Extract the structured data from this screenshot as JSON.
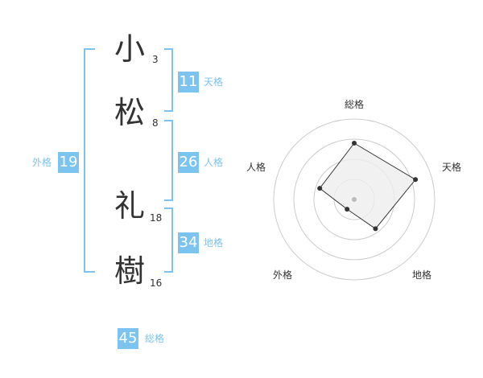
{
  "name": {
    "chars": [
      {
        "char": "小",
        "strokes": "3"
      },
      {
        "char": "松",
        "strokes": "8"
      },
      {
        "char": "礼",
        "strokes": "18"
      },
      {
        "char": "樹",
        "strokes": "16"
      }
    ]
  },
  "kakusu": {
    "tenkaku": {
      "value": "11",
      "label": "天格"
    },
    "jinkaku": {
      "value": "26",
      "label": "人格"
    },
    "chikaku": {
      "value": "34",
      "label": "地格"
    },
    "gaikaku": {
      "value": "19",
      "label": "外格"
    },
    "soukaku": {
      "value": "45",
      "label": "総格"
    }
  },
  "colors": {
    "accent": "#7cc4ef",
    "text": "#333333",
    "grid": "#cccccc",
    "fill": "#eeeeee"
  },
  "chart_data": {
    "type": "radar",
    "axes": [
      "総格",
      "天格",
      "地格",
      "外格",
      "人格"
    ],
    "rings": 4,
    "values": [
      0.7,
      0.8,
      0.45,
      0.15,
      0.45
    ],
    "grid": true
  }
}
